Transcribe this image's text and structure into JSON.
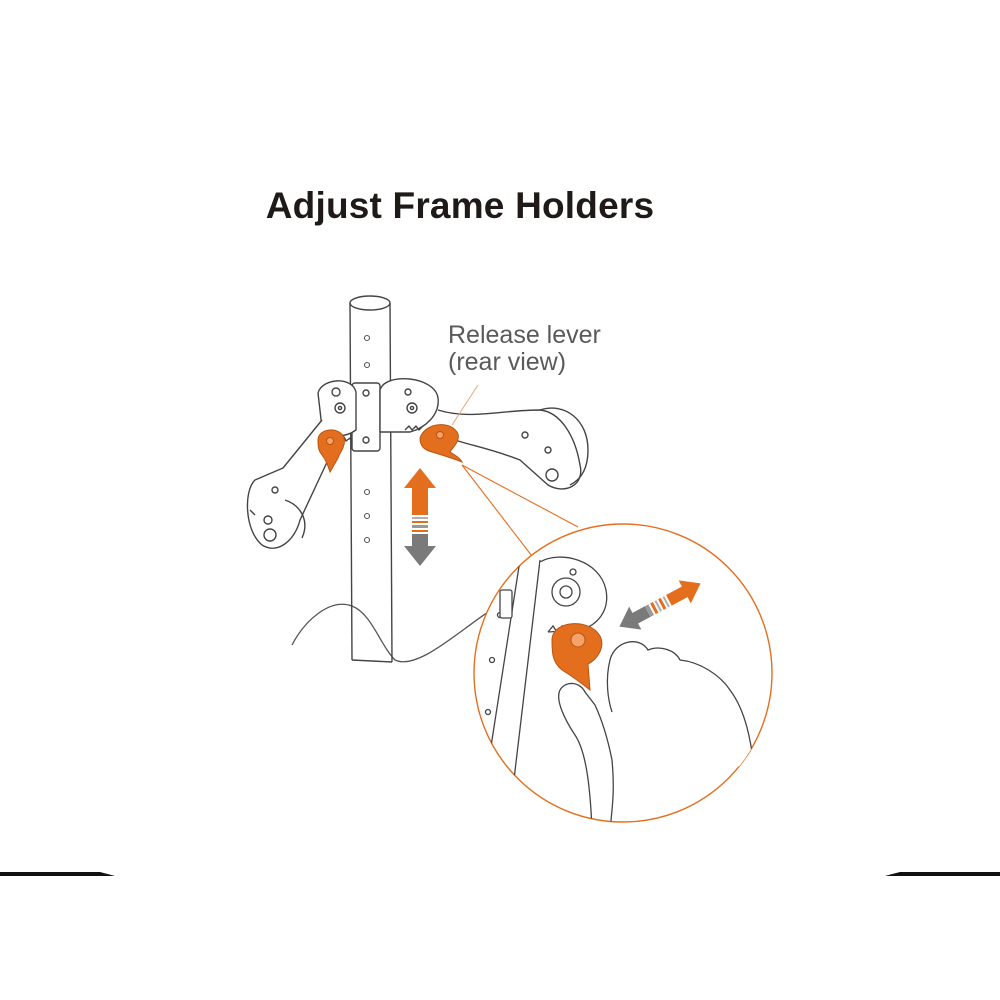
{
  "title": "Adjust Frame Holders",
  "callout": {
    "line1": "Release lever",
    "line2": "(rear view)"
  },
  "colors": {
    "accent": "#e36f1e",
    "outline": "#4a4a4a",
    "arrow_gray": "#7a7a7a",
    "title": "#1f1a17",
    "callout_text": "#5a5a5a"
  },
  "icons": [
    "up-down-arrow-icon",
    "push-pull-arrow-icon",
    "release-lever-icon"
  ]
}
